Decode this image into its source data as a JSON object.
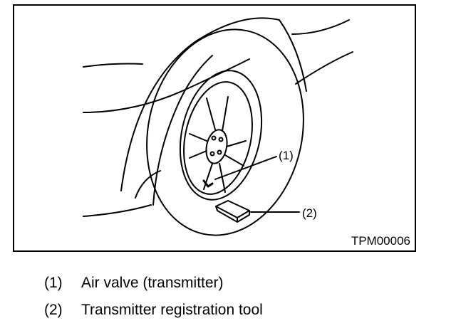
{
  "figure": {
    "code": "TPM00006",
    "callouts": [
      {
        "number": "(1)"
      },
      {
        "number": "(2)"
      }
    ]
  },
  "legend": [
    {
      "number": "(1)",
      "text": "Air valve (transmitter)"
    },
    {
      "number": "(2)",
      "text": "Transmitter registration tool"
    }
  ]
}
